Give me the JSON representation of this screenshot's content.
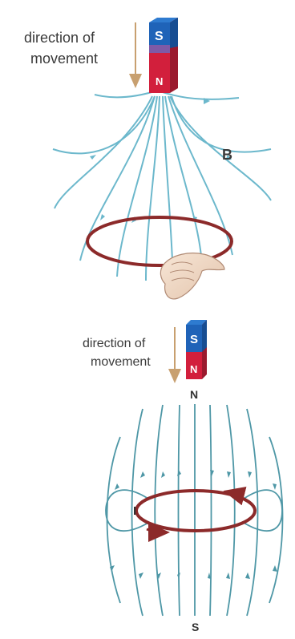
{
  "colors": {
    "magnet_north": "#d21f3c",
    "magnet_south": "#1f63b8",
    "field_top": "#6cb8cc",
    "field_bottom": "#4e97a6",
    "coil": "#8c2a2a",
    "arrow": "#c8a070",
    "text": "#3a3a3a"
  },
  "top_panel": {
    "direction_label_line1": "direction of",
    "direction_label_line2": "movement",
    "magnet_south_label": "S",
    "magnet_north_label": "N",
    "field_label": "B"
  },
  "bottom_panel": {
    "direction_label_line1": "direction of",
    "direction_label_line2": "movement",
    "magnet_south_label": "S",
    "magnet_north_label": "N",
    "pole_top_label": "N",
    "pole_bottom_label": "S",
    "current_label": "I"
  }
}
